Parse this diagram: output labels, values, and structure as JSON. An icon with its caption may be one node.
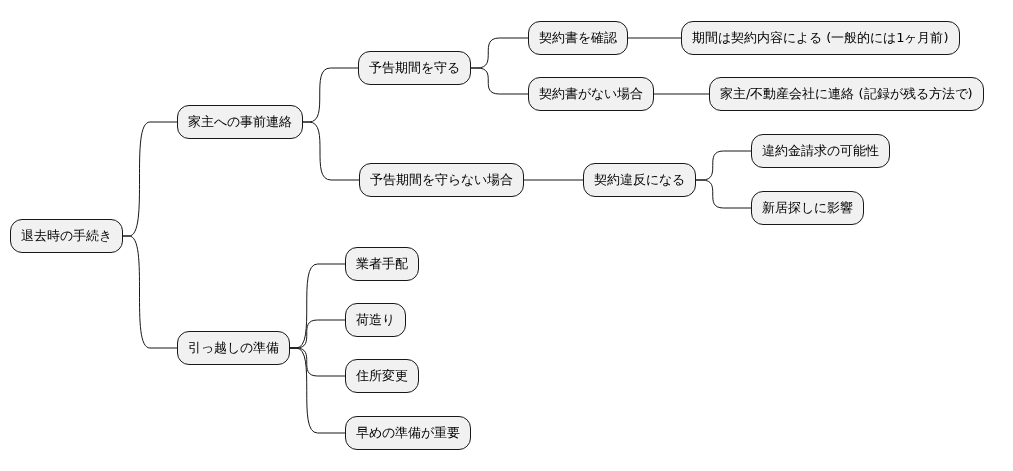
{
  "diagram": {
    "nodes": [
      {
        "text": [
          "退去時の手続き"
        ]
      },
      {
        "text": [
          "家主への事前連絡"
        ]
      },
      {
        "text": [
          "予告期間を守る"
        ]
      },
      {
        "text": [
          "契約書を確認"
        ]
      },
      {
        "text": [
          "期間は契約内容による (一般的には1ヶ月前)"
        ]
      },
      {
        "text": [
          "契約書がない場合"
        ]
      },
      {
        "text": [
          "家主/不動産会社に連絡 (記録が残る方法で)"
        ]
      },
      {
        "text": [
          "予告期間を守らない場合"
        ]
      },
      {
        "text": [
          "契約違反になる"
        ]
      },
      {
        "text": [
          "違約金請求の可能性"
        ]
      },
      {
        "text": [
          "新居探しに影響"
        ]
      },
      {
        "text": [
          "引っ越しの準備"
        ]
      },
      {
        "text": [
          "業者手配"
        ]
      },
      {
        "text": [
          "荷造り"
        ]
      },
      {
        "text": [
          "住所変更"
        ]
      },
      {
        "text": [
          "早めの準備が重要"
        ]
      }
    ],
    "edges": [
      {
        "from": 0,
        "to": 1,
        "arrow": "none"
      },
      {
        "from": 1,
        "to": 2,
        "arrow": "none"
      },
      {
        "from": 2,
        "to": 3,
        "arrow": "none"
      },
      {
        "from": 3,
        "to": 4,
        "arrow": "none"
      },
      {
        "from": 2,
        "to": 5,
        "arrow": "none"
      },
      {
        "from": 5,
        "to": 6,
        "arrow": "none"
      },
      {
        "from": 1,
        "to": 7,
        "arrow": "none"
      },
      {
        "from": 7,
        "to": 8,
        "arrow": "none"
      },
      {
        "from": 8,
        "to": 9,
        "arrow": "none"
      },
      {
        "from": 8,
        "to": 10,
        "arrow": "none"
      },
      {
        "from": 0,
        "to": 11,
        "arrow": "none"
      },
      {
        "from": 11,
        "to": 12,
        "arrow": "none"
      },
      {
        "from": 11,
        "to": 13,
        "arrow": "none"
      },
      {
        "from": 11,
        "to": 14,
        "arrow": "none"
      },
      {
        "from": 11,
        "to": 15,
        "arrow": "none"
      }
    ]
  }
}
